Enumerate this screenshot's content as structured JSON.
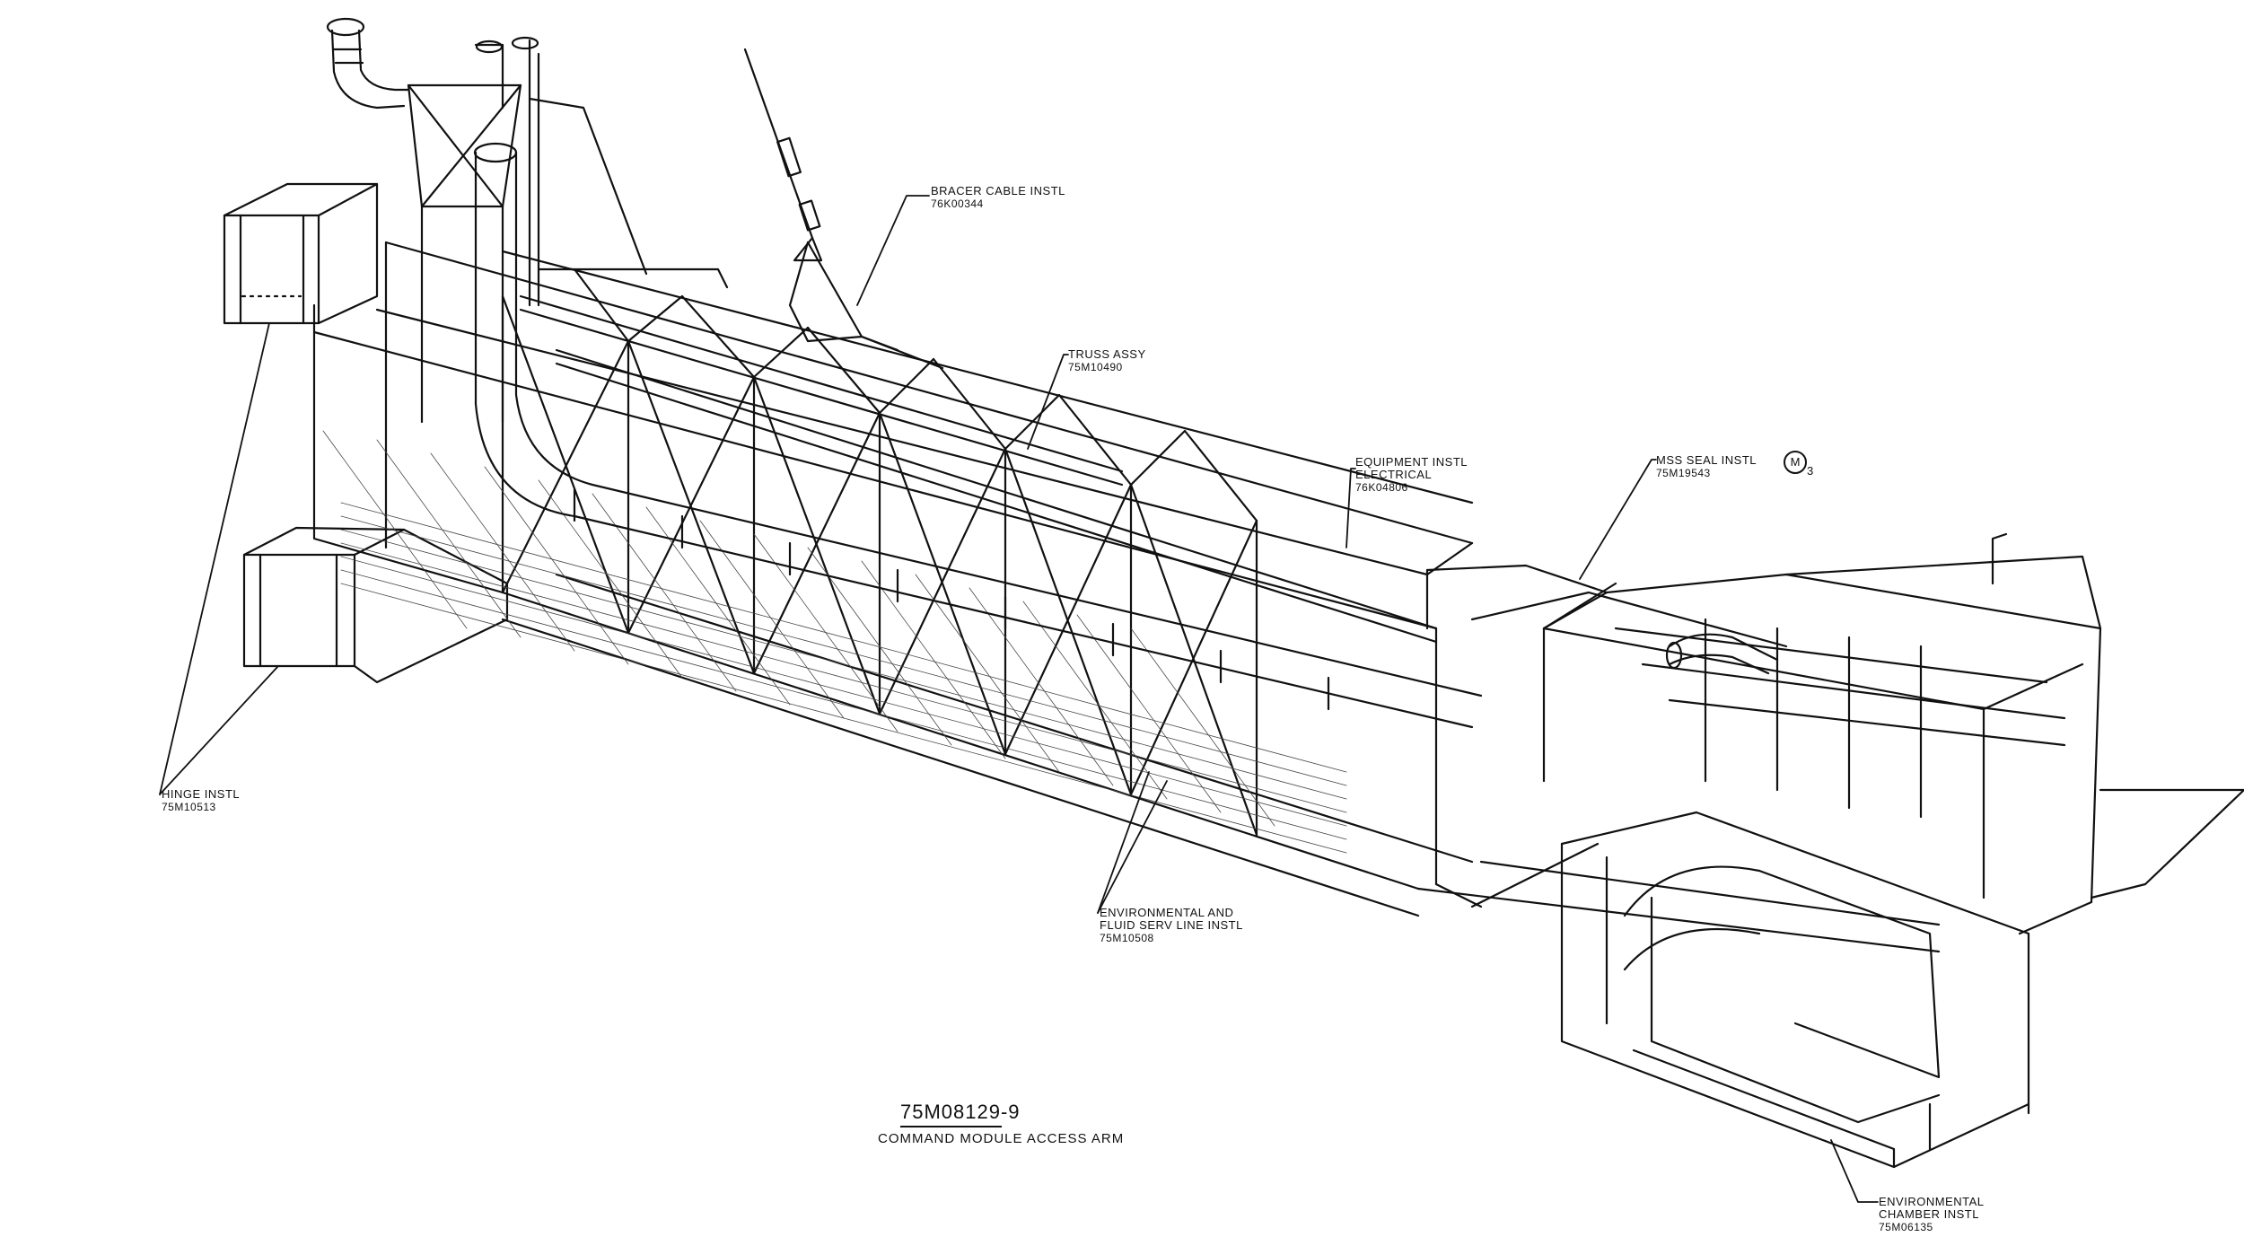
{
  "labels": {
    "bracer_cable": {
      "name": "BRACER CABLE INSTL",
      "number": "76K00344"
    },
    "truss": {
      "name": "TRUSS ASSY",
      "number": "75M10490"
    },
    "equipment": {
      "line1": "EQUIPMENT INSTL",
      "line2": "ELECTRICAL",
      "number": "76K04806"
    },
    "mss_seal": {
      "name": "MSS SEAL INSTL",
      "number": "75M19543",
      "mark": "M",
      "mark_sub": "3"
    },
    "hinge": {
      "name": "HINGE INSTL",
      "number": "75M10513"
    },
    "environmental_fluid": {
      "line1": "ENVIRONMENTAL AND",
      "line2": "FLUID SERV LINE INSTL",
      "number": "75M10508"
    },
    "environmental_chamber": {
      "line1": "ENVIRONMENTAL",
      "line2": "CHAMBER INSTL",
      "number": "75M06135"
    }
  },
  "title": {
    "number": "75M08129-9",
    "name": "COMMAND MODULE ACCESS ARM"
  }
}
